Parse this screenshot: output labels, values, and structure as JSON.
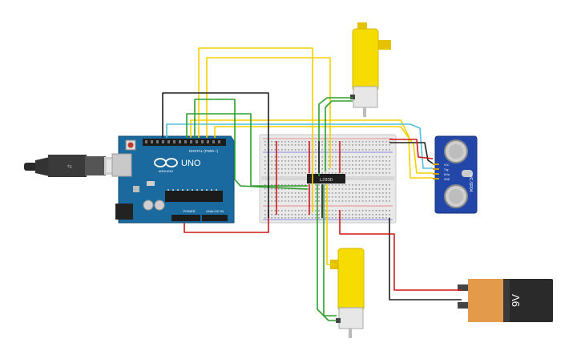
{
  "arduino": {
    "model": "UNO",
    "brand": "ARDUINO",
    "digital_header_label": "DIGITAL (PWM ~)",
    "power_label": "POWER",
    "analog_label": "ANALOG IN",
    "color": "#1a6aa0"
  },
  "driver_chip": {
    "label": "L293D"
  },
  "battery": {
    "label": "9V"
  },
  "sensor": {
    "model": "HC-SR04",
    "pins": [
      "VCC",
      "Trig",
      "Echo",
      "GND"
    ]
  },
  "wire_colors": {
    "yellow": "#f4d000",
    "green": "#2ea02e",
    "black": "#1e1e1e",
    "red": "#d01818",
    "cyan": "#52bfd9"
  }
}
